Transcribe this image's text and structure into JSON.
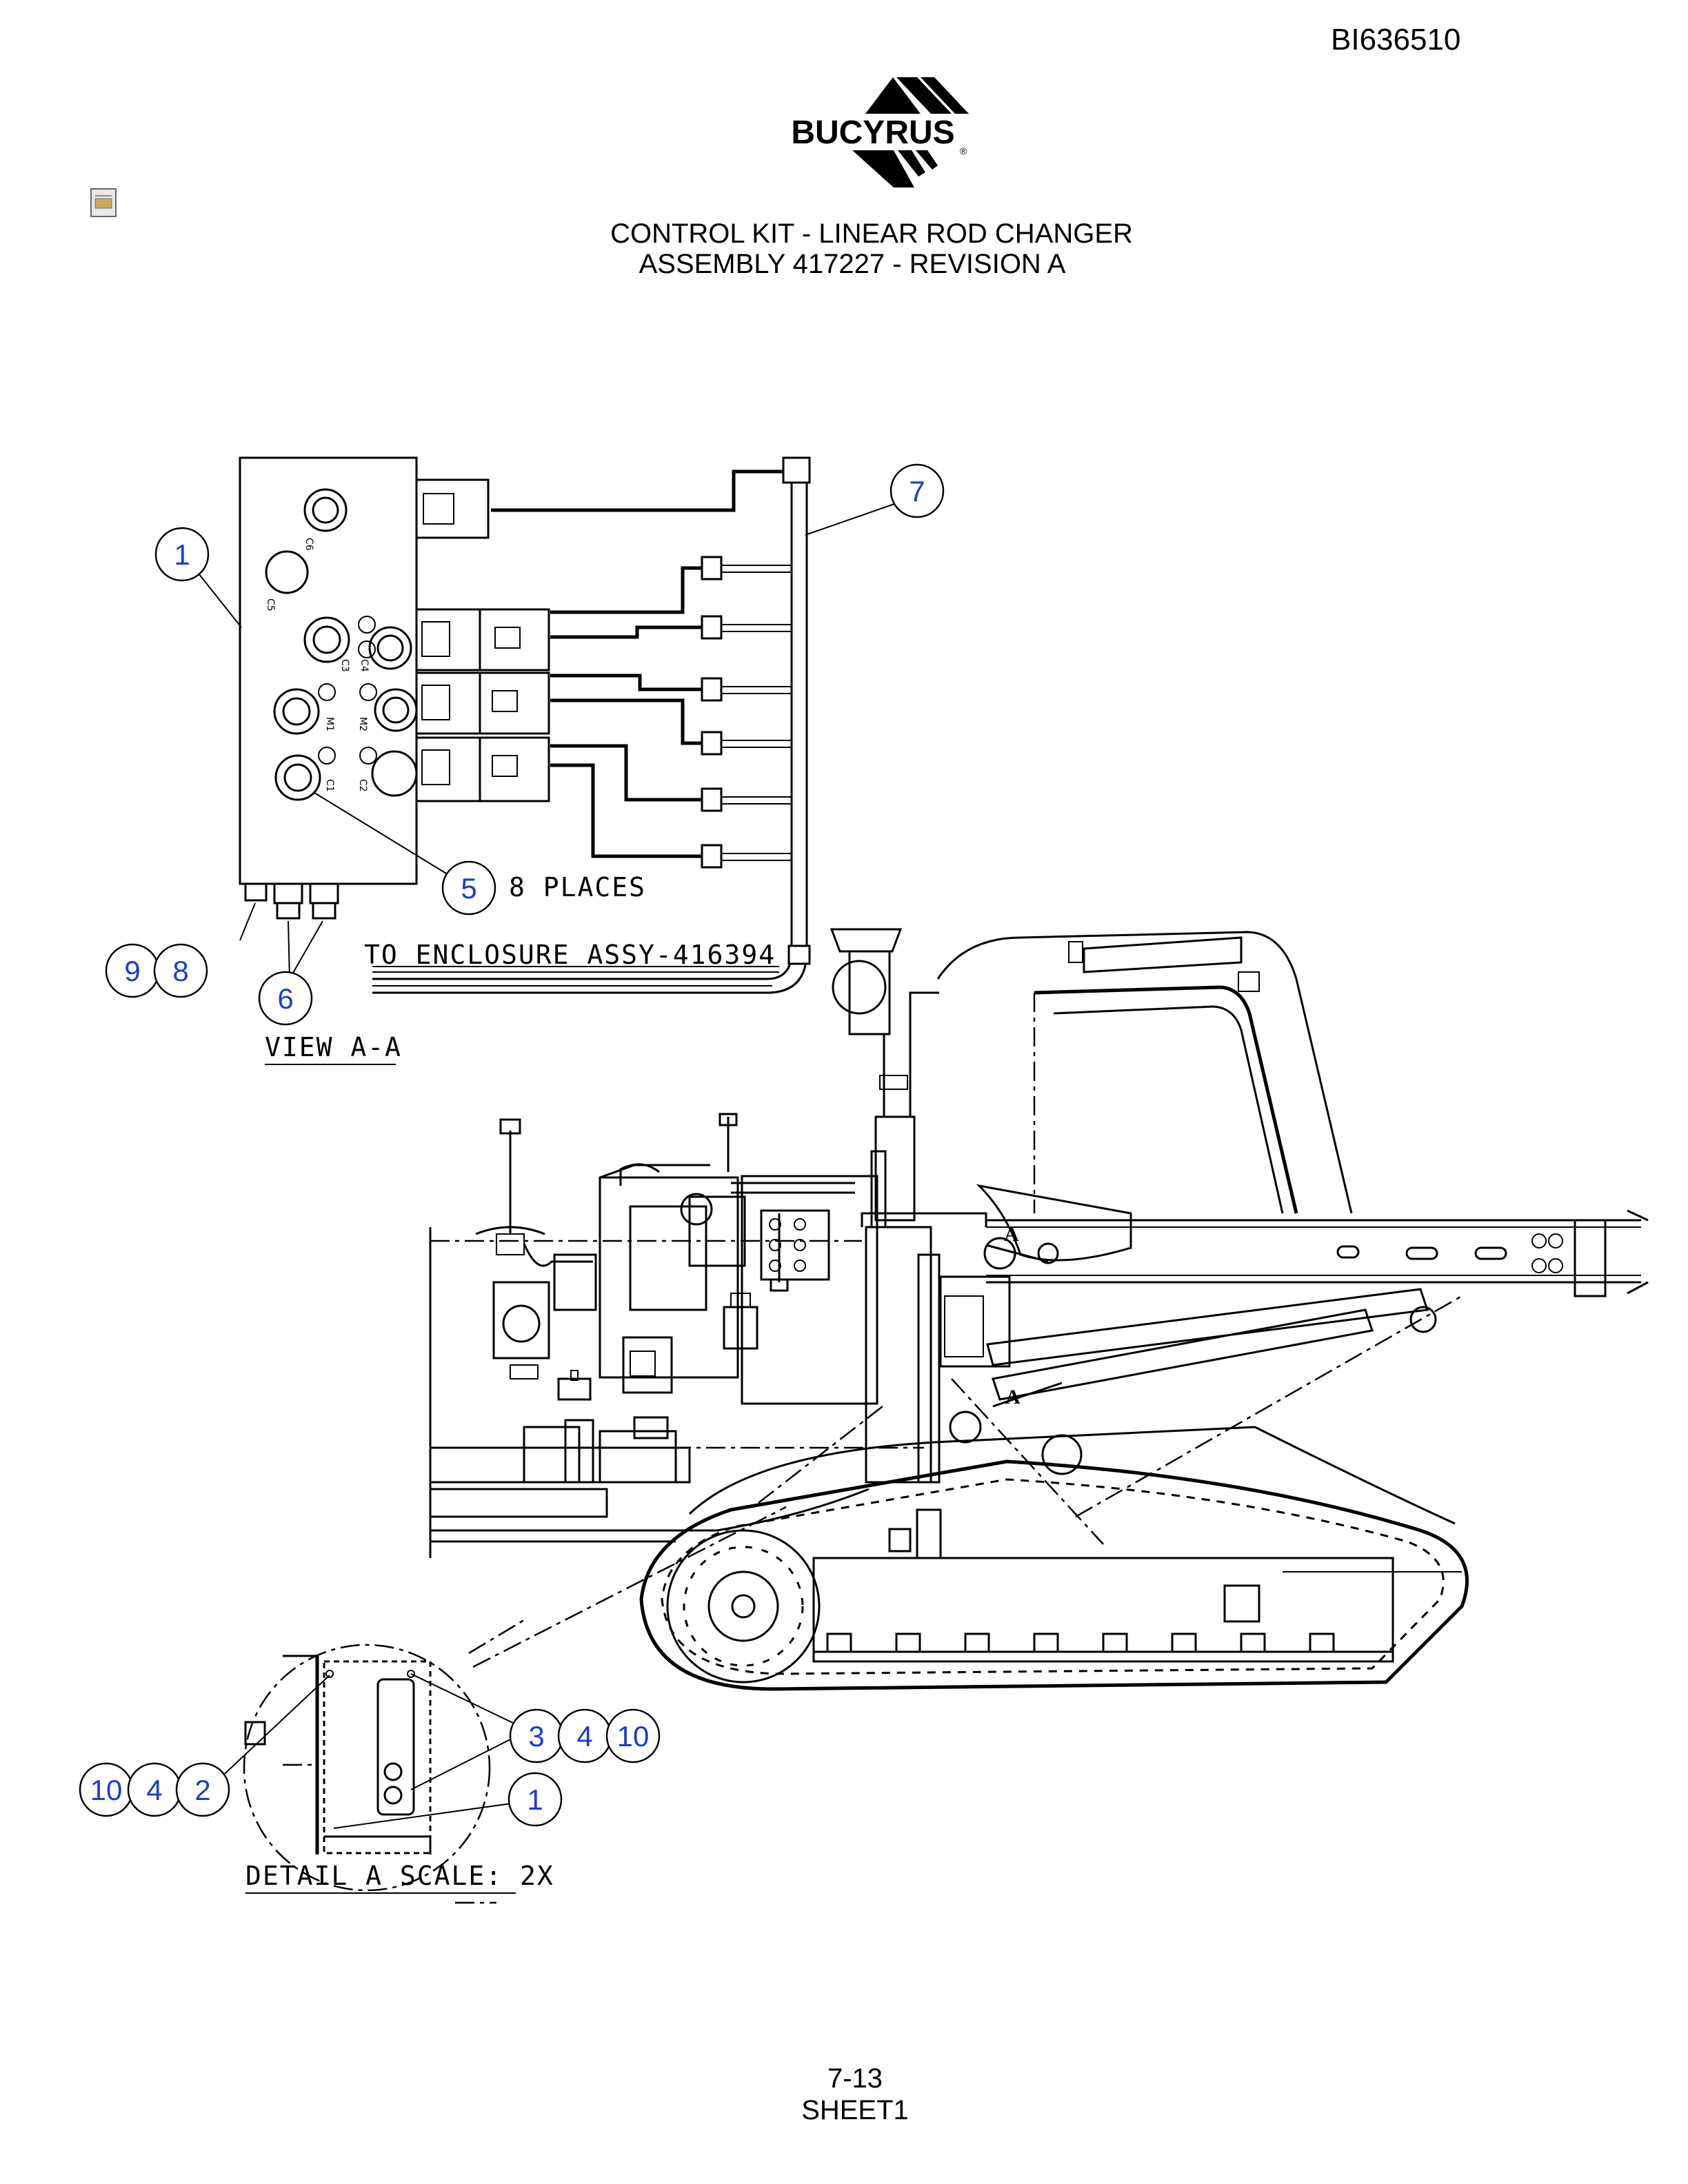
{
  "doc_number": "BI636510",
  "brand": {
    "name": "BUCYRUS",
    "reg_mark": "®"
  },
  "title": {
    "line1": "CONTROL KIT - LINEAR ROD CHANGER",
    "line2": "ASSEMBLY 417227 - REVISION A"
  },
  "view_aa": {
    "label": "VIEW  A-A",
    "note_places": "8 PLACES",
    "note_enclosure": "TO ENCLOSURE ASSY-416394",
    "port_labels": [
      "C6",
      "C5",
      "C4",
      "C3",
      "M1",
      "M2",
      "C1",
      "C2"
    ]
  },
  "detail_a": {
    "label": "DETAIL  A  SCALE: 2X"
  },
  "section_markers": [
    "A",
    "A"
  ],
  "balloons": {
    "b1_top": "1",
    "b7": "7",
    "b5": "5",
    "b9": "9",
    "b8": "8",
    "b6": "6",
    "b3": "3",
    "b4a": "4",
    "b10a": "10",
    "b10b": "10",
    "b4b": "4",
    "b2": "2",
    "b1_detail": "1"
  },
  "footer": {
    "page": "7-13",
    "sheet": "SHEET1"
  },
  "colors": {
    "balloon_text": "#1a3fc8",
    "line": "#000000"
  }
}
